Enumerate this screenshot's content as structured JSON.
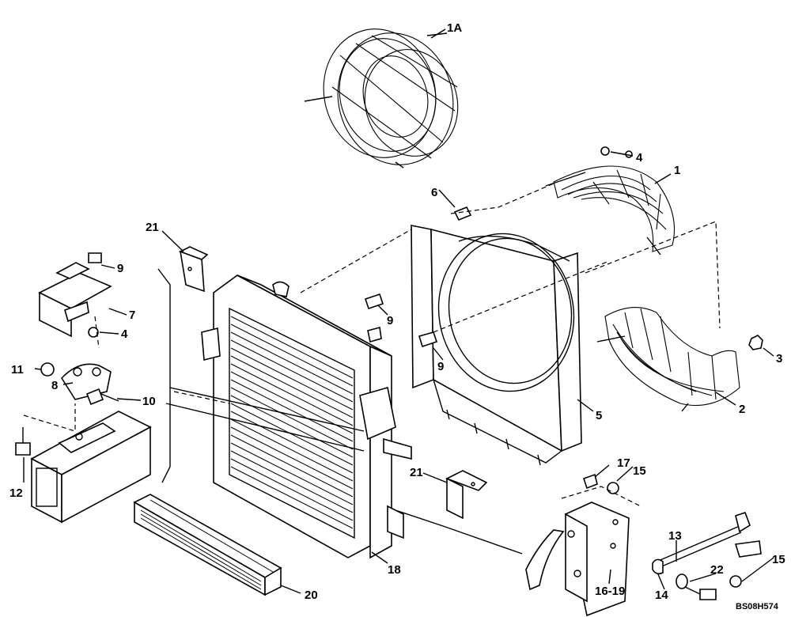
{
  "drawing_code": "BS08H574",
  "callouts": {
    "c1A": "1A",
    "c1": "1",
    "c2": "2",
    "c3": "3",
    "c4a": "4",
    "c4b": "4",
    "c5": "5",
    "c6": "6",
    "c7": "7",
    "c8": "8",
    "c9a": "9",
    "c9b": "9",
    "c9c": "9",
    "c10": "10",
    "c11": "11",
    "c12": "12",
    "c13": "13",
    "c14": "14",
    "c15a": "15",
    "c15b": "15",
    "c16_19": "16-19",
    "c17": "17",
    "c18": "18",
    "c20": "20",
    "c21a": "21",
    "c21b": "21",
    "c22": "22"
  }
}
